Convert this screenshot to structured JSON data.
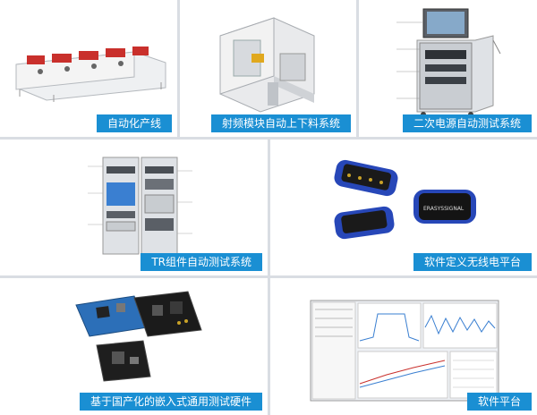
{
  "tiles": [
    {
      "caption": "自动化产线",
      "icon": "production-line-icon"
    },
    {
      "caption": "射频模块自动上下料系统",
      "icon": "rf-loading-system-icon"
    },
    {
      "caption": "二次电源自动测试系统",
      "icon": "power-test-cart-icon"
    },
    {
      "caption": "TR组件自动测试系统",
      "icon": "test-rack-icon"
    },
    {
      "caption": "软件定义无线电平台",
      "icon": "sdr-device-icon"
    },
    {
      "caption": "基于国产化的嵌入式通用测试硬件",
      "icon": "embedded-board-icon"
    },
    {
      "caption": "软件平台",
      "icon": "software-screenshot-icon"
    }
  ],
  "brand_text": "ERASYSSIGNAL",
  "colors": {
    "caption_bg": "#1a8fd3",
    "device_blue": "#2747b8",
    "divider": "#d9dde3"
  }
}
